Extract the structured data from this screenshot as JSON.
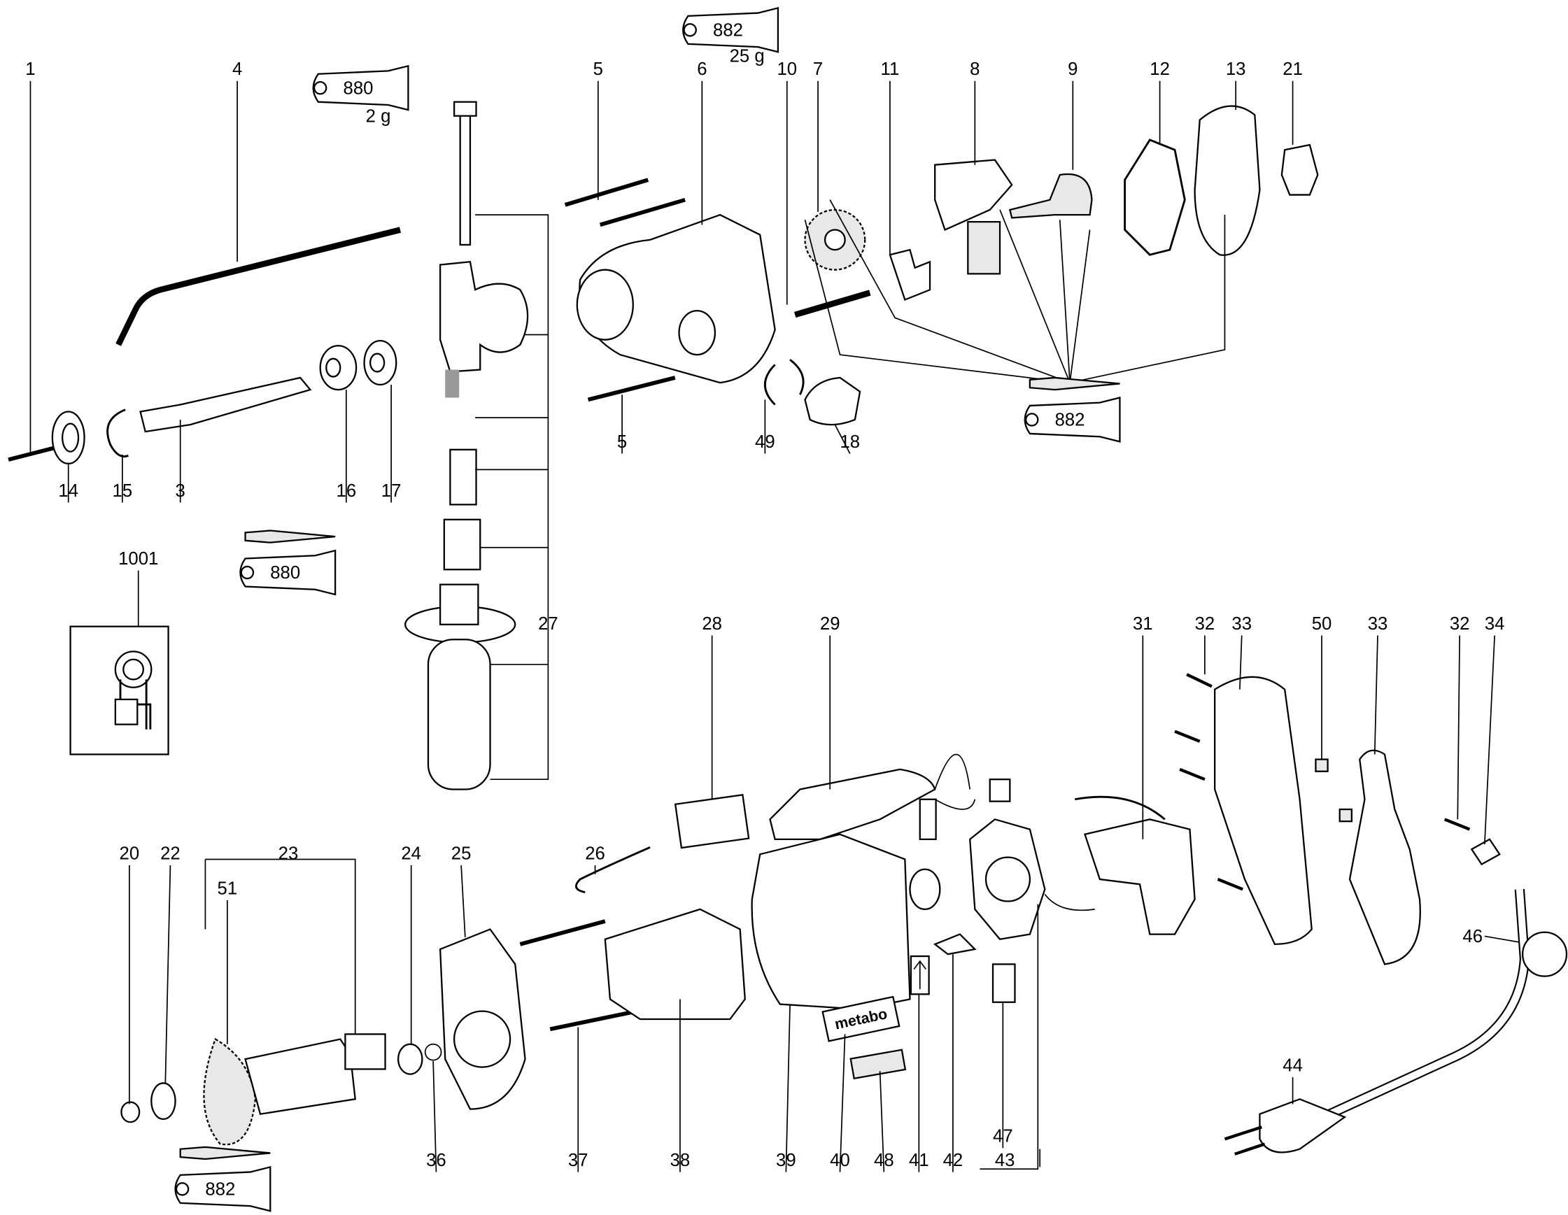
{
  "diagram": {
    "part_numbers": [
      "1",
      "4",
      "5",
      "6",
      "10",
      "7",
      "11",
      "8",
      "9",
      "12",
      "13",
      "21",
      "14",
      "15",
      "3",
      "16",
      "17",
      "5",
      "49",
      "18",
      "1001",
      "27",
      "28",
      "29",
      "31",
      "32",
      "33",
      "50",
      "33",
      "32",
      "34",
      "20",
      "22",
      "23",
      "24",
      "25",
      "51",
      "26",
      "36",
      "37",
      "38",
      "39",
      "40",
      "48",
      "41",
      "42",
      "43",
      "47",
      "46",
      "44"
    ],
    "grease_tubes": [
      {
        "code": "880",
        "amount": "2 g"
      },
      {
        "code": "882",
        "amount": "25 g"
      },
      {
        "code": "882",
        "amount": ""
      },
      {
        "code": "880",
        "amount": ""
      },
      {
        "code": "882",
        "amount": ""
      }
    ],
    "logo_text": "metabo"
  }
}
